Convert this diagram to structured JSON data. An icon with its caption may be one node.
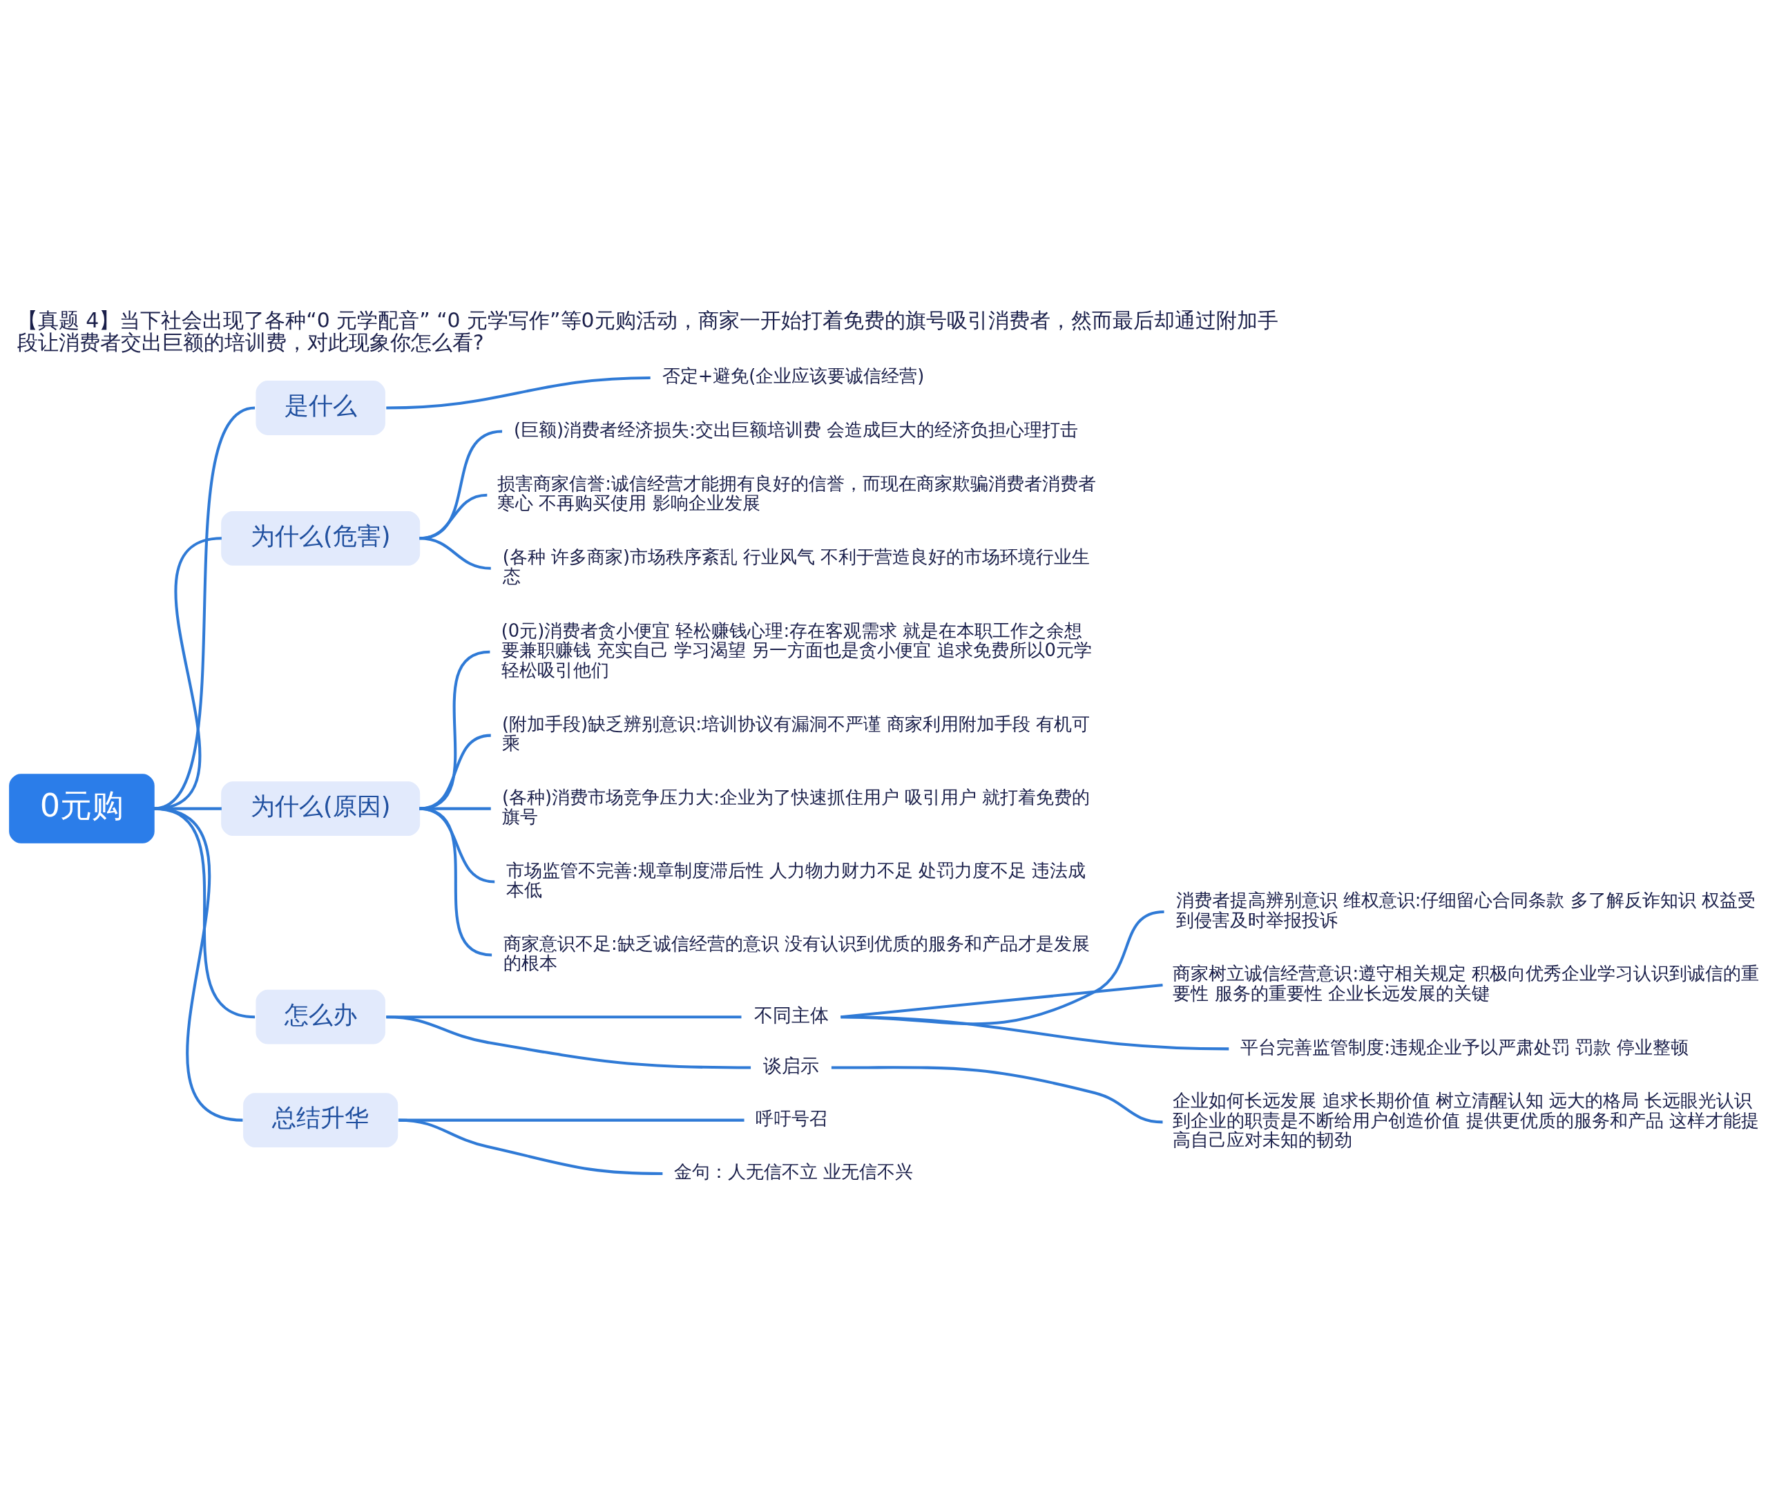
{
  "diagram": {
    "title": "【真题 4】当下社会出现了各种“0 元学配音” “0 元学写作”等0元购活动，商家一开始打着免费的旗号吸引消费者，然而最后却通过附加手段让消费者交出巨额的培训费，对此现象你怎么看?",
    "nodes": [
      {
        "text": [
          "0元购"
        ]
      },
      {
        "text": [
          "是什么"
        ]
      },
      {
        "text": [
          "否定+避免(企业应该要诚信经营)"
        ]
      },
      {
        "text": [
          "为什么(危害)"
        ]
      },
      {
        "text": [
          "(巨额)消费者经济损失:交出巨额培训费 会造成巨大的经济负担心理打击"
        ]
      },
      {
        "text": [
          "损害商家信誉:诚信经营才能拥有良好的信誉，而现在商家欺骗消费者消费者寒心 不再购买使用 影响企业发展"
        ]
      },
      {
        "text": [
          "(各种 许多商家)市场秩序紊乱 行业风气 不利于营造良好的市场环境行业生态"
        ]
      },
      {
        "text": [
          "为什么(原因)"
        ]
      },
      {
        "text": [
          "(0元)消费者贪小便宜 轻松赚钱心理:存在客观需求 就是在本职工作之余想要兼职赚钱 充实自己 学习渴望 另一方面也是贪小便宜 追求免费所以0元学轻松吸引他们"
        ]
      },
      {
        "text": [
          "(附加手段)缺乏辨别意识:培训协议有漏洞不严谨 商家利用附加手段 有机可乘"
        ]
      },
      {
        "text": [
          "(各种)消费市场竞争压力大:企业为了快速抓住用户 吸引用户 就打着免费的旗号"
        ]
      },
      {
        "text": [
          "市场监管不完善:规章制度滞后性 人力物力财力不足 处罚力度不足 违法成本低"
        ]
      },
      {
        "text": [
          "商家意识不足:缺乏诚信经营的意识 没有认识到优质的服务和产品才是发展的根本"
        ]
      },
      {
        "text": [
          "怎么办"
        ]
      },
      {
        "text": [
          "不同主体"
        ]
      },
      {
        "text": [
          "消费者提高辨别意识 维权意识:仔细留心合同条款 多了解反诈知识 权益受到侵害及时举报投诉"
        ]
      },
      {
        "text": [
          "商家树立诚信经营意识:遵守相关规定 积极向优秀企业学习认识到诚信的重要性 服务的重要性 企业长远发展的关键"
        ]
      },
      {
        "text": [
          "平台完善监管制度:违规企业予以严肃处罚 罚款 停业整顿"
        ]
      },
      {
        "text": [
          "谈启示"
        ]
      },
      {
        "text": [
          "企业如何长远发展 追求长期价值 树立清醒认知 远大的格局 长远眼光认识到企业的职责是不断给用户创造价值 提供更优质的服务和产品 这样才能提高自己应对未知的韧劲"
        ]
      },
      {
        "text": [
          "总结升华"
        ]
      },
      {
        "text": [
          "呼吁号召"
        ]
      },
      {
        "text": [
          "金句：人无信不立 业无信不兴"
        ]
      }
    ],
    "edges": [
      {
        "from": 0,
        "to": 1,
        "arrow": "none"
      },
      {
        "from": 1,
        "to": 2,
        "arrow": "none"
      },
      {
        "from": 0,
        "to": 3,
        "arrow": "none"
      },
      {
        "from": 3,
        "to": 4,
        "arrow": "none"
      },
      {
        "from": 3,
        "to": 5,
        "arrow": "none"
      },
      {
        "from": 3,
        "to": 6,
        "arrow": "none"
      },
      {
        "from": 0,
        "to": 7,
        "arrow": "none"
      },
      {
        "from": 7,
        "to": 8,
        "arrow": "none"
      },
      {
        "from": 7,
        "to": 9,
        "arrow": "none"
      },
      {
        "from": 7,
        "to": 10,
        "arrow": "none"
      },
      {
        "from": 7,
        "to": 11,
        "arrow": "none"
      },
      {
        "from": 7,
        "to": 12,
        "arrow": "none"
      },
      {
        "from": 0,
        "to": 13,
        "arrow": "none"
      },
      {
        "from": 13,
        "to": 14,
        "arrow": "none"
      },
      {
        "from": 14,
        "to": 15,
        "arrow": "none"
      },
      {
        "from": 14,
        "to": 16,
        "arrow": "none"
      },
      {
        "from": 14,
        "to": 17,
        "arrow": "none"
      },
      {
        "from": 13,
        "to": 18,
        "arrow": "none"
      },
      {
        "from": 18,
        "to": 19,
        "arrow": "none"
      },
      {
        "from": 0,
        "to": 20,
        "arrow": "none"
      },
      {
        "from": 20,
        "to": 21,
        "arrow": "none"
      },
      {
        "from": 20,
        "to": 22,
        "arrow": "none"
      }
    ]
  }
}
